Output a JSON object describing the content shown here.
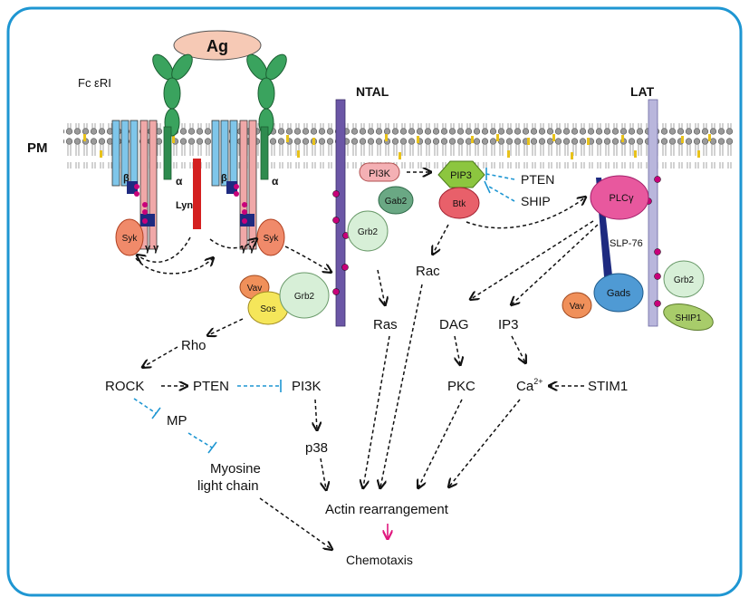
{
  "colors": {
    "frame": "#1e96d2",
    "inhibit": "#1e96d2",
    "membrane_head": "#555555",
    "cholesterol": "#e8c21a",
    "ntal_bar": "#6b56a6",
    "lat_bar": "#b9b6dc",
    "magenta_dot": "#c8007a",
    "chemotaxis_arrow": "#e0187e",
    "lyn": "#d42020",
    "receptor_beta": "#7fc6ea",
    "receptor_gamma": "#f0a8a8",
    "receptor_alpha": "#2e8b4e"
  },
  "labels": {
    "ag": "Ag",
    "fceri": "Fc εRI",
    "pm": "PM",
    "ntal": "NTAL",
    "lat": "LAT",
    "beta": "β",
    "alpha": "α",
    "gamma": "γ γ",
    "lyn": "Lyn",
    "syk": "Syk",
    "pi3k_node": "PI3K",
    "gab2": "Gab2",
    "grb2": "Grb2",
    "pip3": "PIP3",
    "btk": "Btk",
    "pten_top": "PTEN",
    "ship": "SHIP",
    "plcy": "PLCγ",
    "slp76": "SLP-76",
    "gads": "Gads",
    "vav": "Vav",
    "ship1": "SHIP1",
    "sos": "Sos",
    "rac": "Rac",
    "ras": "Ras",
    "dag": "DAG",
    "ip3": "IP3",
    "rho": "Rho",
    "rock": "ROCK",
    "pten": "PTEN",
    "pi3k": "PI3K",
    "mp": "MP",
    "p38": "p38",
    "pkc": "PKC",
    "ca": "Ca",
    "ca_sup": "2+",
    "stim1": "STIM1",
    "myosine1": "Myosine",
    "myosine2": "light chain",
    "actin": "Actin rearrangement",
    "chemotaxis": "Chemotaxis"
  }
}
